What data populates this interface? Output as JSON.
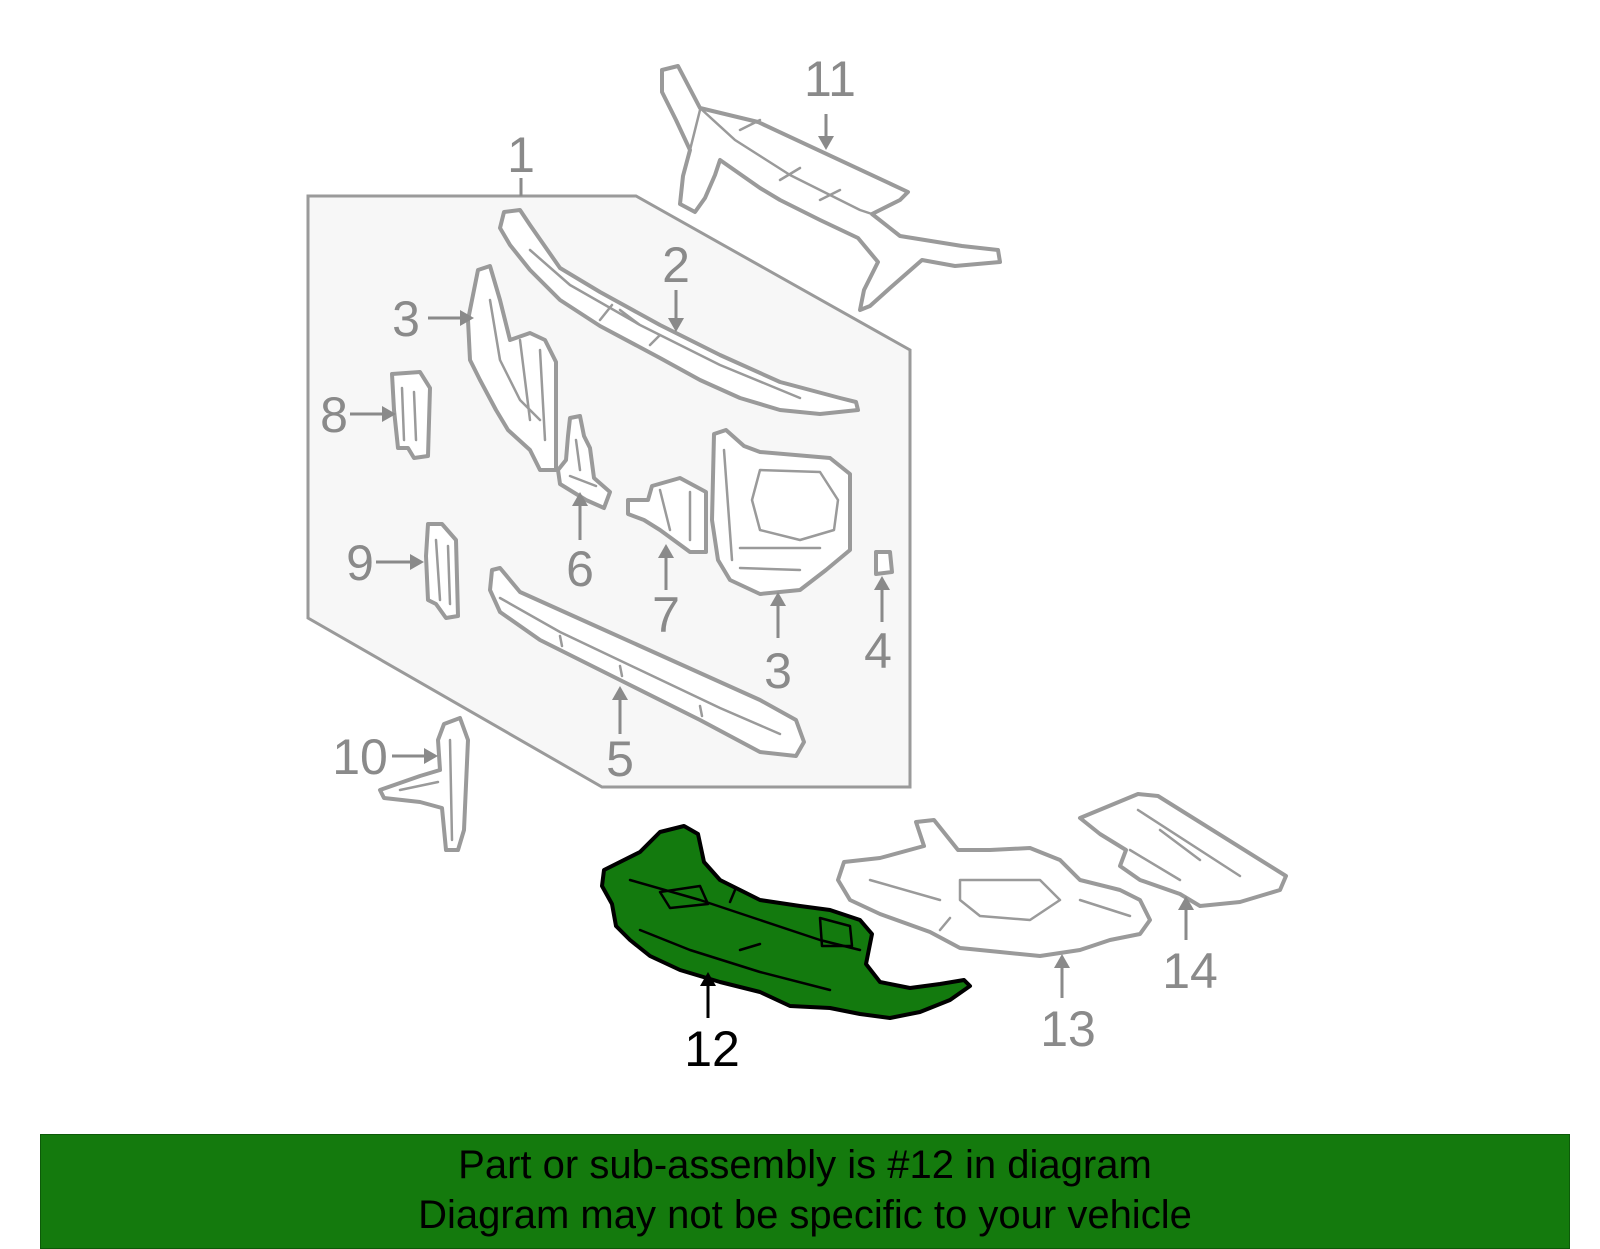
{
  "diagram": {
    "callouts": [
      {
        "id": "1",
        "label": "1",
        "active": false
      },
      {
        "id": "2",
        "label": "2",
        "active": false
      },
      {
        "id": "3a",
        "label": "3",
        "active": false
      },
      {
        "id": "3b",
        "label": "3",
        "active": false
      },
      {
        "id": "4",
        "label": "4",
        "active": false
      },
      {
        "id": "5",
        "label": "5",
        "active": false
      },
      {
        "id": "6",
        "label": "6",
        "active": false
      },
      {
        "id": "7",
        "label": "7",
        "active": false
      },
      {
        "id": "8",
        "label": "8",
        "active": false
      },
      {
        "id": "9",
        "label": "9",
        "active": false
      },
      {
        "id": "10",
        "label": "10",
        "active": false
      },
      {
        "id": "11",
        "label": "11",
        "active": false
      },
      {
        "id": "12",
        "label": "12",
        "active": true
      },
      {
        "id": "13",
        "label": "13",
        "active": false
      },
      {
        "id": "14",
        "label": "14",
        "active": false
      }
    ],
    "highlight_color": "#137a0e",
    "line_color": "#9a9a9a"
  },
  "banner": {
    "line1": "Part or sub-assembly is #12 in diagram",
    "line2": "Diagram may not be specific to your vehicle",
    "background": "#147a0d"
  }
}
